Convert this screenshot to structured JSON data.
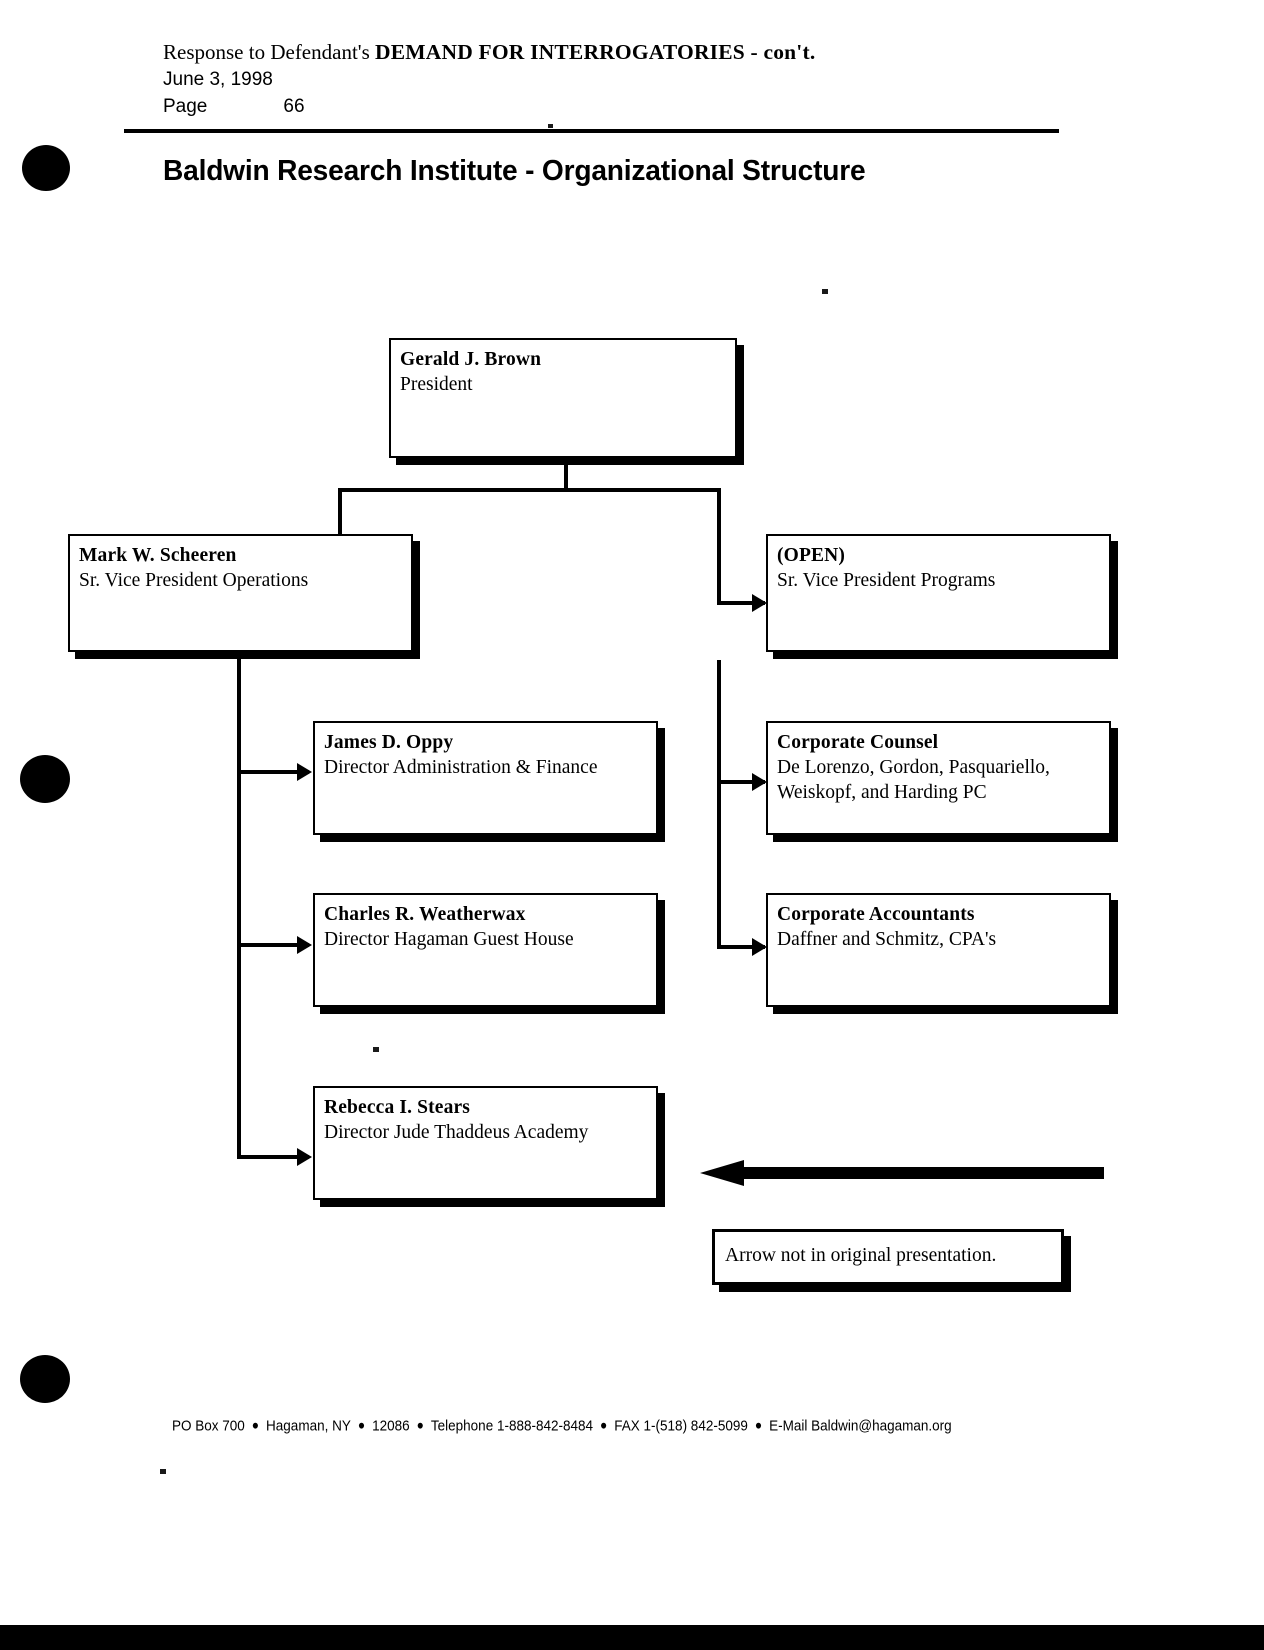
{
  "header": {
    "line1_prefix": "Response to Defendant's ",
    "line1_emphasis": "DEMAND FOR INTERROGATORIES - con't.",
    "date": "June 3, 1998",
    "page_label": "Page",
    "page_number": "66"
  },
  "document": {
    "title": "Baldwin Research Institute - Organizational Structure"
  },
  "chart_data": {
    "type": "org-chart",
    "title": "Baldwin Research Institute - Organizational Structure",
    "nodes": [
      {
        "id": "president",
        "name": "Gerald J. Brown",
        "role": "President"
      },
      {
        "id": "svp-ops",
        "name": "Mark W. Scheeren",
        "role": "Sr. Vice President Operations"
      },
      {
        "id": "svp-prog",
        "name": "(OPEN)",
        "role": "Sr. Vice President Programs"
      },
      {
        "id": "dir-admin",
        "name": "James D. Oppy",
        "role": "Director Administration & Finance"
      },
      {
        "id": "counsel",
        "name": "Corporate Counsel",
        "role": "De Lorenzo, Gordon, Pasquariello,",
        "role2": "Weiskopf, and Harding  PC"
      },
      {
        "id": "dir-guest",
        "name": "Charles R. Weatherwax",
        "role": "Director Hagaman Guest House"
      },
      {
        "id": "accountants",
        "name": "Corporate Accountants",
        "role": "Daffner and Schmitz, CPA's"
      },
      {
        "id": "dir-academy",
        "name": "Rebecca I. Stears",
        "role": "Director Jude Thaddeus Academy"
      }
    ],
    "edges": [
      {
        "from": "president",
        "to": "svp-ops"
      },
      {
        "from": "president",
        "to": "svp-prog"
      },
      {
        "from": "svp-ops",
        "to": "dir-admin"
      },
      {
        "from": "svp-ops",
        "to": "dir-guest"
      },
      {
        "from": "svp-ops",
        "to": "dir-academy"
      },
      {
        "from": "svp-prog",
        "to": "counsel"
      },
      {
        "from": "svp-prog",
        "to": "accountants"
      }
    ]
  },
  "annotation": {
    "note": "Arrow not in original presentation."
  },
  "footer": {
    "po_box": "PO Box 700",
    "city_state": "Hagaman, NY",
    "zip": "12086",
    "telephone": "Telephone 1-888-842-8484",
    "fax": "FAX 1-(518) 842-5099",
    "email": "E-Mail  Baldwin@hagaman.org",
    "separator": "●"
  }
}
